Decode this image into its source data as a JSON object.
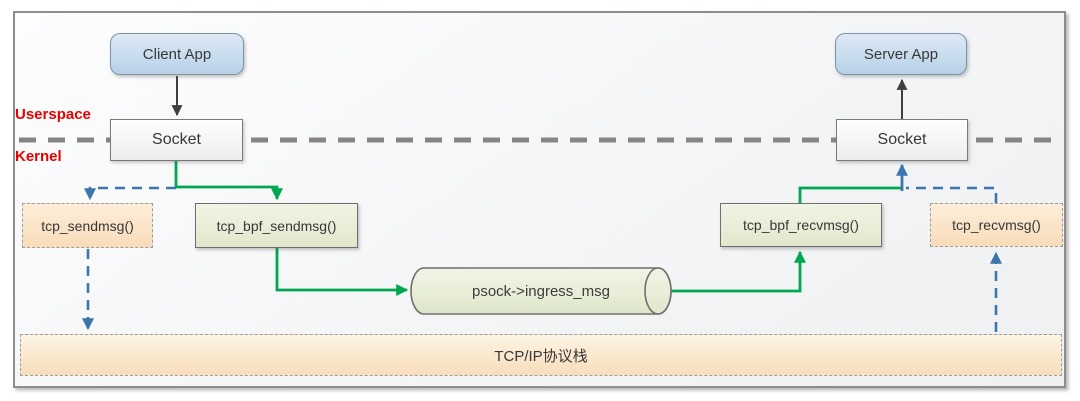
{
  "diagram": {
    "region_labels": {
      "userspace": "Userspace",
      "kernel": "Kernel"
    },
    "nodes": {
      "client_app": "Client App",
      "server_app": "Server App",
      "client_socket": "Socket",
      "server_socket": "Socket",
      "tcp_sendmsg": "tcp_sendmsg()",
      "tcp_bpf_sendmsg": "tcp_bpf_sendmsg()",
      "tcp_bpf_recvmsg": "tcp_bpf_recvmsg()",
      "tcp_recvmsg": "tcp_recvmsg()",
      "ingress_queue": "psock->ingress_msg",
      "tcpip_stack": "TCP/IP协议栈"
    },
    "colors": {
      "bpf_path_green": "#00a751",
      "default_path_blue": "#3d76ad",
      "divider_gray": "#858585",
      "app_arrow_dark": "#3f3f3f",
      "region_label_red": "#ea0000",
      "app_box_blue": "#c8dcee",
      "func_box_peach": "#fae3c6",
      "func_box_sage": "#e8eed8"
    }
  }
}
